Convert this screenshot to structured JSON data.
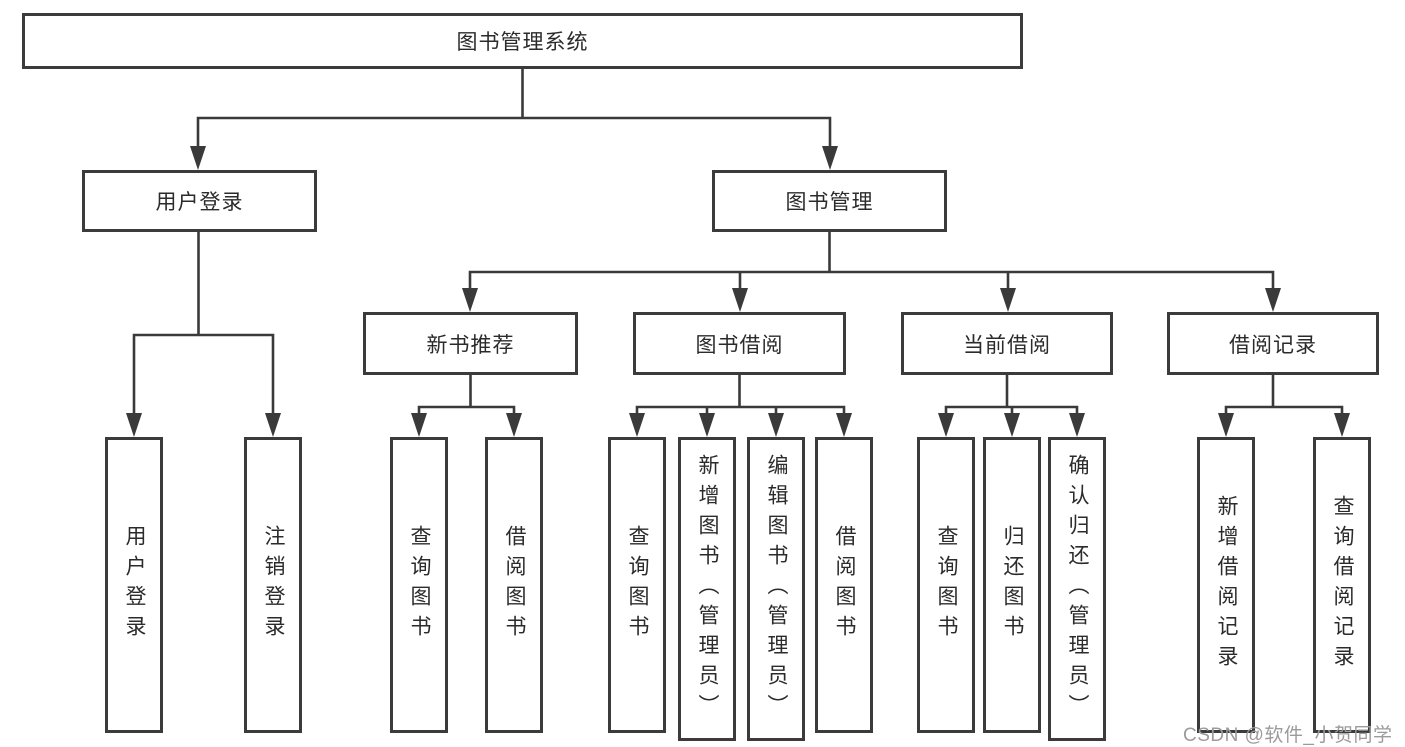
{
  "tree": {
    "root": {
      "label": "图书管理系统"
    },
    "children": [
      {
        "label": "用户登录",
        "children": [
          {
            "label": "用户登录"
          },
          {
            "label": "注销登录"
          }
        ]
      },
      {
        "label": "图书管理",
        "children": [
          {
            "label": "新书推荐",
            "children": [
              {
                "label": "查询图书"
              },
              {
                "label": "借阅图书"
              }
            ]
          },
          {
            "label": "图书借阅",
            "children": [
              {
                "label": "查询图书"
              },
              {
                "label": "新增图书（管理员）"
              },
              {
                "label": "编辑图书（管理员）"
              },
              {
                "label": "借阅图书"
              }
            ]
          },
          {
            "label": "当前借阅",
            "children": [
              {
                "label": "查询图书"
              },
              {
                "label": "归还图书"
              },
              {
                "label": "确认归还（管理员）"
              }
            ]
          },
          {
            "label": "借阅记录",
            "children": [
              {
                "label": "新增借阅记录"
              },
              {
                "label": "查询借阅记录"
              }
            ]
          }
        ]
      }
    ]
  },
  "watermark": {
    "text": "CSDN @软件_小贺同学"
  },
  "colors": {
    "line": "#3a3a3a",
    "box_border": "#3b3b3b",
    "box_fill": "#ffffff",
    "text": "#2b2b2b",
    "watermark": "#9b9b9b"
  }
}
